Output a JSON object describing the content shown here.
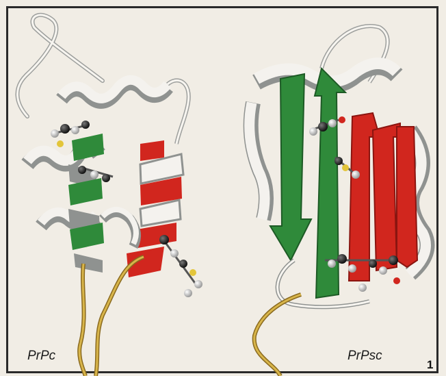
{
  "panels": [
    {
      "label": "PrPc"
    },
    {
      "label": "PrPsc"
    }
  ],
  "figure_number": "1",
  "colors": {
    "helix_white": "#f4f2ee",
    "helix_shadow": "#8f9290",
    "green": "#2f8a3a",
    "red": "#d1261e",
    "tail_yellow": "#c9a23a",
    "frame": "#2a2a2a",
    "background": "#f1ede5"
  }
}
